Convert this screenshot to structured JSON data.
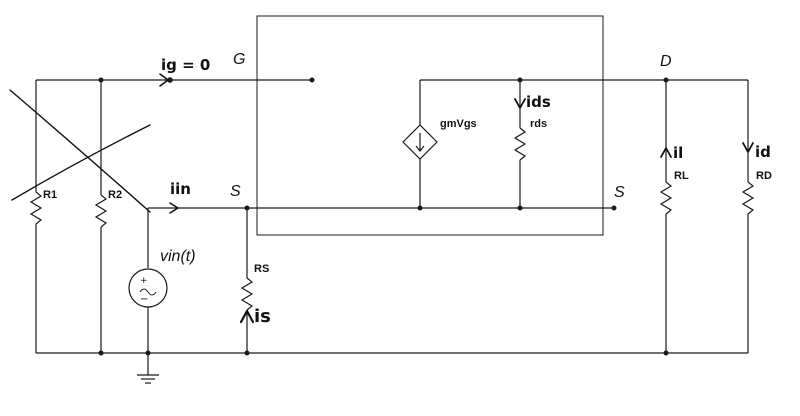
{
  "nodes": {
    "gate": "G",
    "drain": "D",
    "source_left": "S",
    "source_right": "S"
  },
  "components": {
    "r1": "R1",
    "r2": "R2",
    "rs": "RS",
    "rl": "RL",
    "rd": "RD",
    "rds": "rds",
    "dep_source": "gmVgs",
    "vin": "vin(t)"
  },
  "annotations": {
    "ig_zero": "ig = 0",
    "iin": "iin",
    "ids": "ids",
    "il": "il",
    "id": "id",
    "is": "is"
  }
}
